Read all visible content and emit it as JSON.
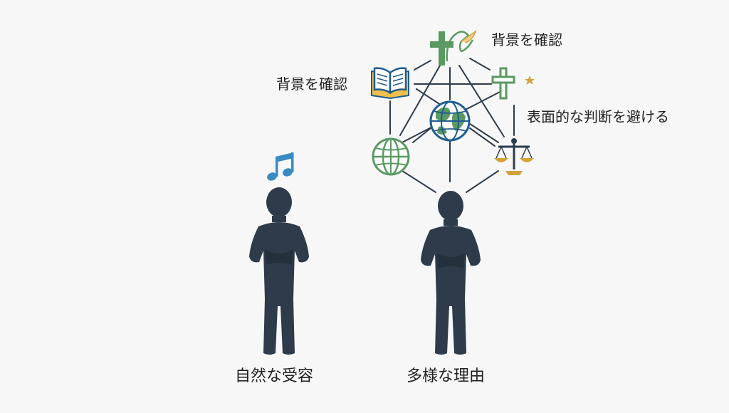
{
  "labels": {
    "top_right": "背景を確認",
    "left": "背景を確認",
    "right": "表面的な判断を避ける"
  },
  "captions": {
    "left_person": "自然な受容",
    "right_person": "多様な理由"
  },
  "icons": {
    "music": "music-note-icon",
    "person_left": "person-silhouette-icon",
    "person_right": "person-silhouette-icon",
    "cross_dove": "cross-dove-icon",
    "book": "open-book-icon",
    "cross_crescent": "cross-crescent-star-icon",
    "globe_center": "globe-icon",
    "globe_left": "globe-icon",
    "scales": "scales-icon"
  },
  "colors": {
    "background": "#f7f7f7",
    "figure": "#2d3b4a",
    "network_line": "#2d3b4a",
    "green": "#5a9a62",
    "blue": "#1f5c8e",
    "gold": "#d4a23a",
    "music_blue": "#3a8ac4",
    "text": "#222222"
  }
}
